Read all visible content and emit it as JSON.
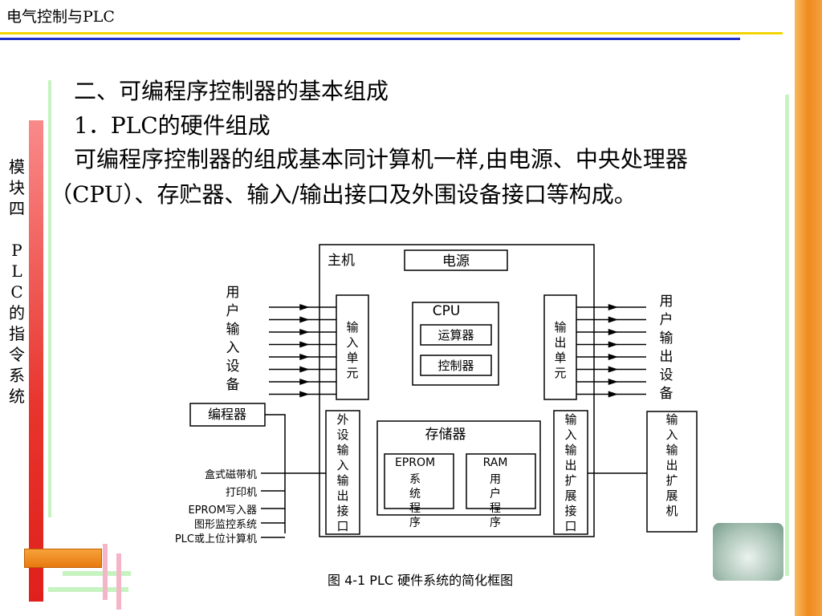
{
  "header": {
    "title": "电气控制与PLC"
  },
  "sidebar": {
    "label": "模块四 PLC的指令系统"
  },
  "content": {
    "heading1": "二、可编程序控制器的基本组成",
    "heading2": "1．PLC的硬件组成",
    "paragraph": "可编程序控制器的组成基本同计算机一样,由电源、中央处理器（CPU）、存贮器、输入/输出接口及外围设备接口等构成。"
  },
  "diagram": {
    "host_label": "主机",
    "power": "电源",
    "cpu": "CPU",
    "alu": "运算器",
    "controller": "控制器",
    "user_input": "用户输入设备",
    "input_unit": "输入单元",
    "output_unit": "输出单元",
    "user_output": "用户输出设备",
    "programmer": "编程器",
    "peripheral_if": "外设输入输出接口",
    "memory": "存储器",
    "eprom": "EPROM",
    "eprom_sub": "系统程序",
    "ram": "RAM",
    "ram_sub": "用户程序",
    "io_expansion": "输入输出扩展接口",
    "expansion_unit": "输入输出扩展机",
    "devices": [
      "盒式磁带机",
      "打印机",
      "EPROM写入器",
      "图形监控系统",
      "PLC或上位计算机"
    ],
    "caption": "图 4-1   PLC 硬件系统的简化框图"
  }
}
